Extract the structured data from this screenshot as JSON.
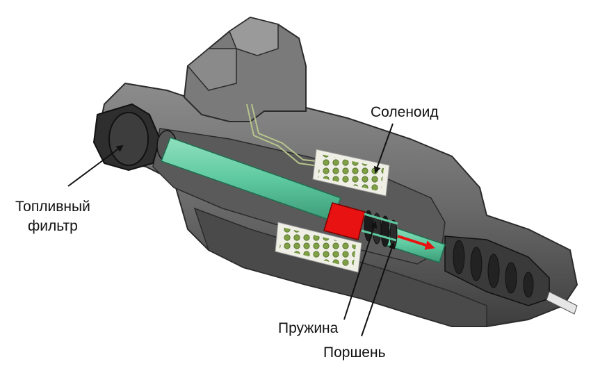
{
  "labels": {
    "solenoid": "Соленоид",
    "fuel_filter_line1": "Топливный",
    "fuel_filter_line2": "фильтр",
    "spring": "Пружина",
    "piston": "Поршень"
  },
  "colors": {
    "body_dark": "#3c3c3c",
    "body_mid": "#6e6e6e",
    "body_light": "#9a9a9a",
    "rod_green": "#5ec9a0",
    "red_armature": "#e81212",
    "flow_arrow": "#e81212",
    "coil_dots": "#7fa045",
    "coil_panel": "#efefe6",
    "leader_lines": "#111111"
  }
}
